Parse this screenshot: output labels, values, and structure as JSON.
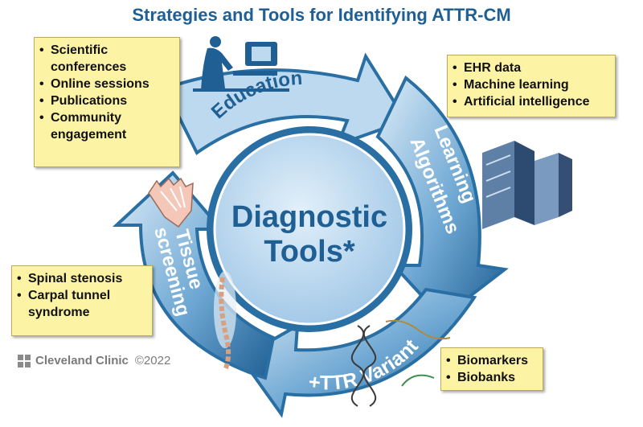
{
  "title": "Strategies and Tools for Identifying ATTR-CM",
  "center": {
    "line1": "Diagnostic",
    "line2": "Tools*"
  },
  "segments": {
    "education": "Education",
    "learning_line1": "Learning",
    "learning_line2": "Algorithms",
    "variant": "+TTR Variant",
    "tissue_line1": "Tissue",
    "tissue_line2": "screening"
  },
  "boxes": {
    "education": [
      "Scientific conferences",
      "Online sessions",
      "Publications",
      "Community engagement"
    ],
    "learning": [
      "EHR data",
      "Machine learning",
      "Artificial intelligence"
    ],
    "variant": [
      "Biomarkers",
      "Biobanks"
    ],
    "tissue": [
      "Spinal stenosis",
      "Carpal tunnel syndrome"
    ]
  },
  "footer": {
    "brand": "Cleveland Clinic",
    "copyright": "©2022"
  },
  "colors": {
    "title": "#1f5f94",
    "arrow_dark": "#2a6fa3",
    "arrow_light": "#bcd9ef",
    "center": "#c7e0f3",
    "box": "#fdf3a4"
  },
  "icons": [
    "person-at-computer-icon",
    "server-rack-icon",
    "dna-helix-icon",
    "hand-xray-icon",
    "spine-icon"
  ]
}
